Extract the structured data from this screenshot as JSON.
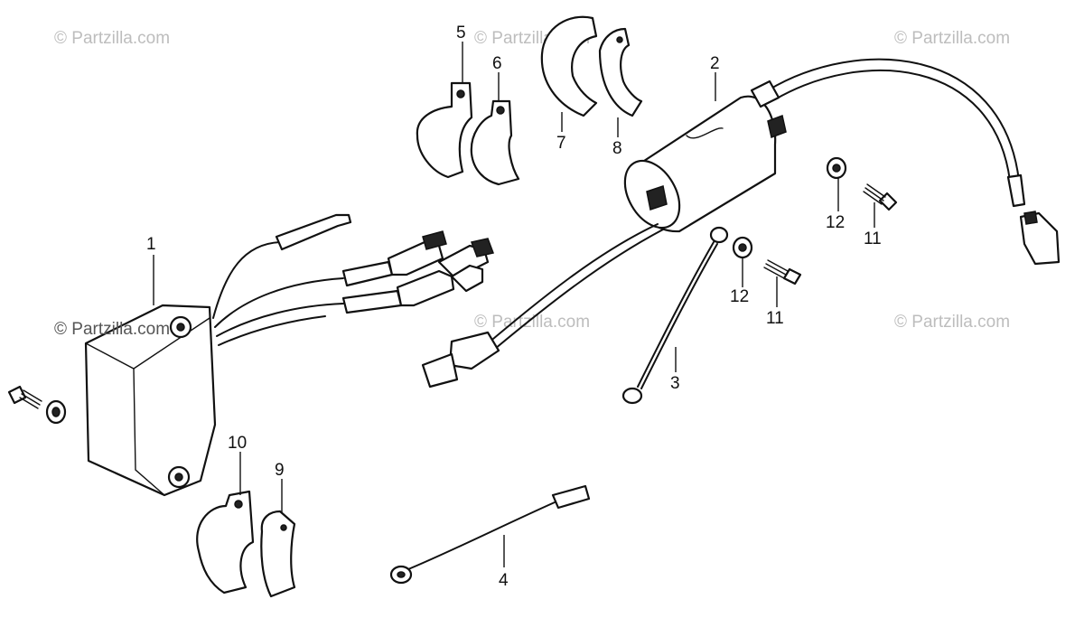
{
  "watermark": {
    "text": "© Partzilla.com",
    "color": "#bdbdbd"
  },
  "callouts": [
    {
      "id": "1",
      "label": "1"
    },
    {
      "id": "2",
      "label": "2"
    },
    {
      "id": "3",
      "label": "3"
    },
    {
      "id": "4",
      "label": "4"
    },
    {
      "id": "5",
      "label": "5"
    },
    {
      "id": "6",
      "label": "6"
    },
    {
      "id": "7",
      "label": "7"
    },
    {
      "id": "8",
      "label": "8"
    },
    {
      "id": "9",
      "label": "9"
    },
    {
      "id": "10",
      "label": "10"
    },
    {
      "id": "11a",
      "label": "11"
    },
    {
      "id": "11b",
      "label": "11"
    },
    {
      "id": "12a",
      "label": "12"
    },
    {
      "id": "12b",
      "label": "12"
    }
  ],
  "colors": {
    "line": "#111111",
    "background": "#ffffff"
  }
}
